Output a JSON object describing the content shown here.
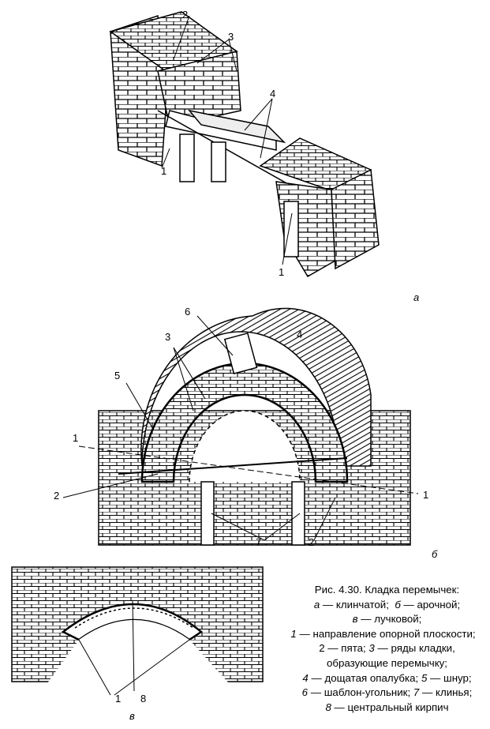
{
  "figure_a": {
    "panel_label": "а",
    "callouts": {
      "c2": "2",
      "c3": "3",
      "c4": "4",
      "c1a": "1",
      "c1b": "1"
    }
  },
  "figure_b": {
    "panel_label": "б",
    "callouts": {
      "c6": "6",
      "c3": "3",
      "c4": "4",
      "c5": "5",
      "c1a": "1",
      "c2a": "2",
      "c1b": "1",
      "c7": "7",
      "c2b": "2"
    }
  },
  "figure_c": {
    "panel_label": "в",
    "callouts": {
      "c1": "1",
      "c8": "8"
    }
  },
  "caption": {
    "title": "Рис. 4.30. Кладка перемычек:",
    "items": [
      {
        "key": "а",
        "text": " — клинчатой; "
      },
      {
        "key": "б",
        "text": " — арочной;"
      },
      {
        "key": "в",
        "text": " — лучковой;"
      },
      {
        "key": "1",
        "text": " — направление опорной плоскости;"
      },
      {
        "key": "2",
        "text": " — пята; "
      },
      {
        "key": "3",
        "text": " — ряды кладки, образующие перемычку;"
      },
      {
        "key": "4",
        "text": " — дощатая опалубка; "
      },
      {
        "key": "5",
        "text": " — шнур;"
      },
      {
        "key": "6",
        "text": " — шаблон-угольник; "
      },
      {
        "key": "7",
        "text": " — клинья;"
      },
      {
        "key": "8",
        "text": " — центральный кирпич"
      }
    ]
  }
}
